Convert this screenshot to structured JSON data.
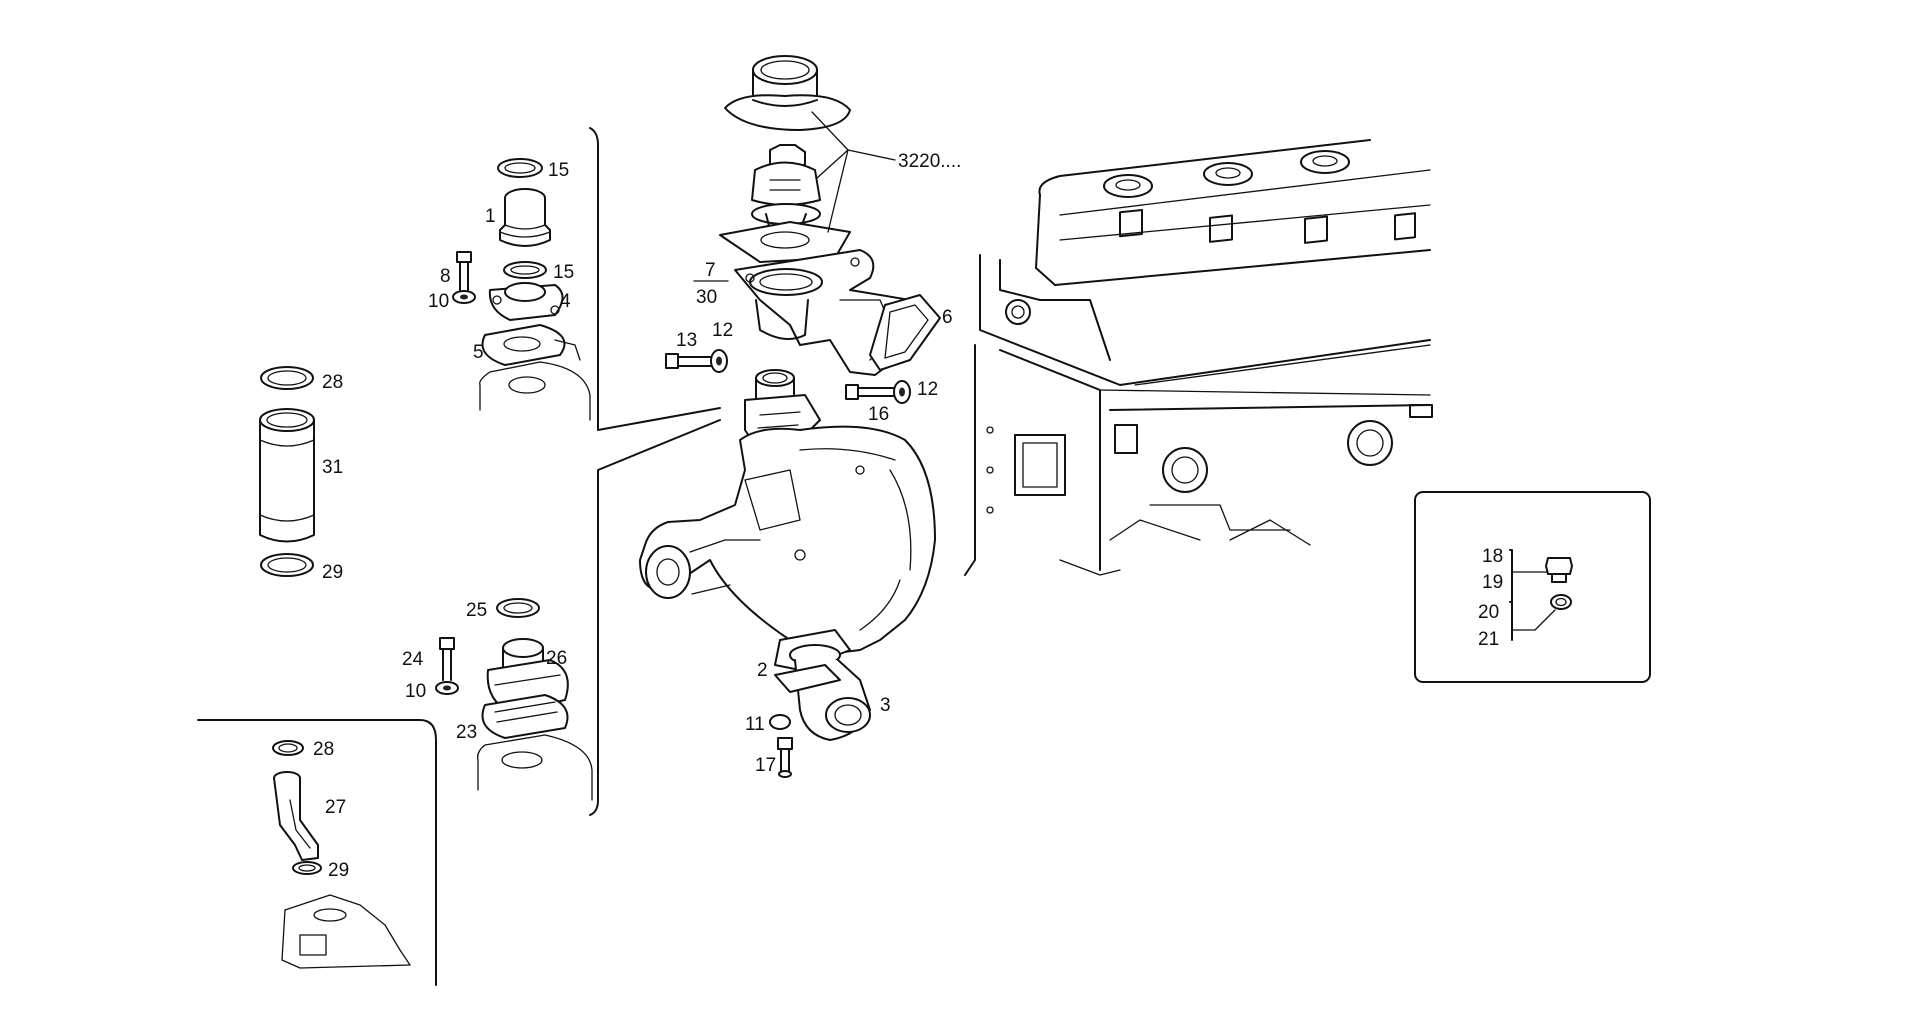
{
  "assembly_ref": "3220....",
  "callouts": {
    "c15a": "15",
    "c1": "1",
    "c8": "8",
    "c15b": "15",
    "c10a": "10",
    "c4": "4",
    "c5": "5",
    "c28a": "28",
    "c31": "31",
    "c29a": "29",
    "c7": "7",
    "c30": "30",
    "c6": "6",
    "c13": "13",
    "c12a": "12",
    "c12b": "12",
    "c16": "16",
    "c25": "25",
    "c24": "24",
    "c26": "26",
    "c10b": "10",
    "c23": "23",
    "c2": "2",
    "c3": "3",
    "c11": "11",
    "c17": "17",
    "c28b": "28",
    "c27": "27",
    "c29b": "29",
    "c18": "18",
    "c19": "19",
    "c20": "20",
    "c21": "21"
  },
  "colors": {
    "ink": "#111111",
    "paper": "#ffffff"
  }
}
